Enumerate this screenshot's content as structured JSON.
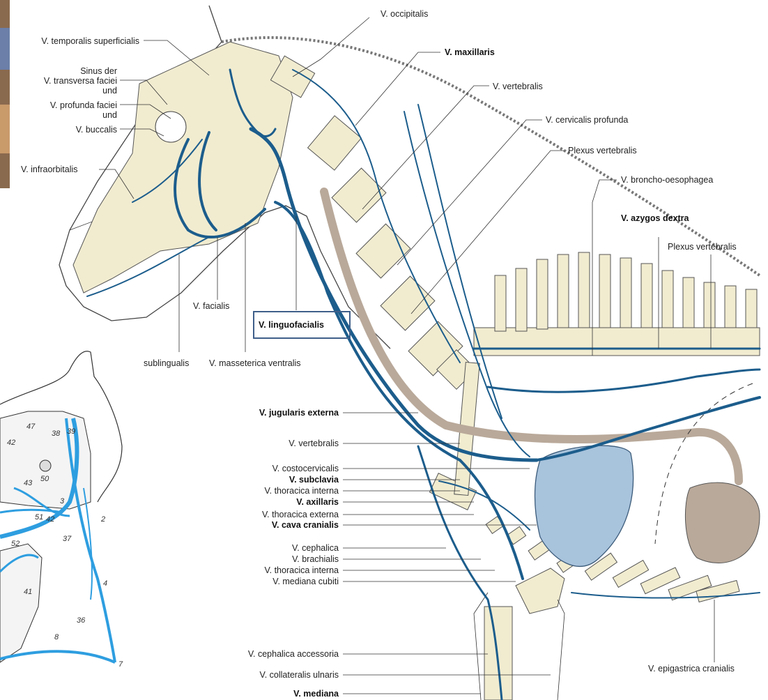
{
  "labels": {
    "temporalis_superficialis": "V. temporalis superficialis",
    "sinus_group": [
      "Sinus der",
      "V. transversa faciei",
      "und",
      "V. profunda faciei",
      "und",
      "V. buccalis"
    ],
    "infraorbitalis": "V. infraorbitalis",
    "occipitalis": "V. occipitalis",
    "maxillaris": "V. maxillaris",
    "vertebralis_top": "V. vertebralis",
    "cervicalis_profunda": "V. cervicalis profunda",
    "plexus_vertebralis_1": "Plexus vertebralis",
    "broncho_oesophagea": "V. broncho-oesophagea",
    "azygos_dextra": "V. azygos dextra",
    "plexus_vertebralis_2": "Plexus vertebralis",
    "facialis": "V. facialis",
    "linguofacialis": "V. linguofacialis",
    "sublingualis": "sublingualis",
    "masseterica_ventralis": "V. masseterica ventralis",
    "jugularis_externa": "V. jugularis externa",
    "vertebralis_mid": "V. vertebralis",
    "costocervicalis": "V. costocervicalis",
    "subclavia": "V. subclavia",
    "thoracica_interna_1": "V. thoracica interna",
    "axillaris": "V. axillaris",
    "thoracica_externa": "V. thoracica  externa",
    "cava_cranialis": "V. cava cranialis",
    "cephalica": "V. cephalica",
    "brachialis": "V. brachialis",
    "thoracica_interna_2": "V. thoracica interna",
    "mediana_cubiti": "V. mediana cubiti",
    "cephalica_accessoria": "V. cephalica accessoria",
    "collateralis_ulnaris": "V. collateralis ulnaris",
    "mediana": "V. mediana",
    "epigastrica_cranialis": "V. epigastrica cranialis"
  },
  "inset_numbers": [
    "47",
    "38",
    "39",
    "42",
    "50",
    "43",
    "3",
    "51",
    "42",
    "52",
    "37",
    "2",
    "41",
    "4",
    "36",
    "8",
    "7"
  ],
  "colors": {
    "vein": "#1c5d8c",
    "inset_vein": "#2e9ee0",
    "highlight_box": "#3f5f8a",
    "bone": "#f1ecd0",
    "heart": "#a8c3dc",
    "esophagus": "#b9a99a"
  }
}
